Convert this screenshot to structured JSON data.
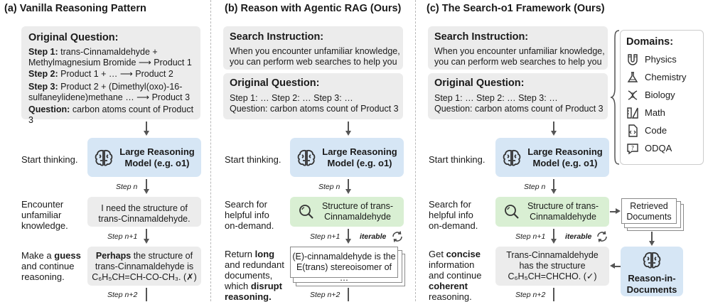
{
  "panel_a": {
    "title": "(a) Vanilla Reasoning Pattern",
    "question_header": "Original Question:",
    "step1_label": "Step 1:",
    "step1_text_line1": " trans-Cinnamaldehyde +",
    "step1_text_line2": "Methylmagnesium Bromide ⟶ Product 1",
    "step2_label": "Step 2:",
    "step2_text": " Product 1 + … ⟶ Product 2",
    "step3_label": "Step 3:",
    "step3_text_line1": " Product 2 + (Dimethyl(oxo)-16-",
    "step3_text_line2": "sulfaneylidene)methane … ⟶ Product 3",
    "question_label": "Question:",
    "question_text": " carbon atoms count of Product 3",
    "start_thinking": "Start thinking.",
    "model_line1": "Large Reasoning",
    "model_line2": "Model (e.g. o1)",
    "step_n": "Step n",
    "encounter_line1": "Encounter",
    "encounter_line2": "unfamiliar",
    "encounter_line3": "knowledge.",
    "need_line1": "I need the structure of",
    "need_line2": "trans-Cinnamaldehyde.",
    "step_n1": "Step n+1",
    "make_a": "Make a ",
    "guess": "guess",
    "and_continue": "and continue",
    "reasoning": "reasoning.",
    "perhaps": "Perhaps",
    "perhaps_rest": " the structure of",
    "perhaps_line2": "trans-Cinnamaldehyde is",
    "perhaps_line3": "C₆H₅CH=CH-CO-CH₃. (✗)",
    "step_n2": "Step n+2"
  },
  "panel_b": {
    "title": "(b) Reason with Agentic RAG (Ours)",
    "search_header": "Search Instruction:",
    "search_line1": "When you encounter unfamiliar knowledge,",
    "search_line2": "you can perform web searches to help you …",
    "question_header": "Original Question:",
    "steps": "Step 1: … Step 2: … Step 3: …",
    "question": "Question: carbon atoms count of Product 3",
    "start_thinking": "Start thinking.",
    "model_line1": "Large Reasoning",
    "model_line2": "Model (e.g. o1)",
    "step_n": "Step n",
    "search_for_line1": "Search for",
    "search_for_line2": "helpful info",
    "search_for_line3": "on-demand.",
    "structure_line1": "Structure of trans-",
    "structure_line2": "Cinnamaldehyde",
    "step_n1": "Step n+1",
    "iterable": "iterable",
    "return": "Return ",
    "long": "long",
    "and_redundant": "and redundant",
    "documents": "documents,",
    "which": "which ",
    "disrupt": "disrupt",
    "reasoning": "reasoning.",
    "doc_line1": "(E)-cinnamaldehyde is the",
    "doc_line2": "E(trans) stereoisomer of …",
    "step_n2": "Step n+2"
  },
  "panel_c": {
    "title": "(c) The Search-o1 Framework (Ours)",
    "search_header": "Search Instruction:",
    "search_line1": "When you encounter unfamiliar knowledge,",
    "search_line2": "you can perform web searches to help you …",
    "question_header": "Original Question:",
    "steps": "Step 1: … Step 2: … Step 3: …",
    "question": "Question: carbon atoms count of Product 3",
    "start_thinking": "Start thinking.",
    "model_line1": "Large Reasoning",
    "model_line2": "Model (e.g. o1)",
    "step_n": "Step n",
    "search_for_line1": "Search for",
    "search_for_line2": "helpful info",
    "search_for_line3": "on-demand.",
    "structure_line1": "Structure of trans-",
    "structure_line2": "Cinnamaldehyde",
    "retrieved_line1": "Retrieved",
    "retrieved_line2": "Documents",
    "step_n1": "Step n+1",
    "iterable": "iterable",
    "get": "Get ",
    "concise": "concise",
    "information": "information",
    "and_continue": "and continue",
    "coherent": "coherent",
    "reasoning": "reasoning.",
    "answer_line1": "Trans-Cinnamaldehyde",
    "answer_line2": "has the structure",
    "answer_line3": "C₆H₅CH=CHCHO. (✓)",
    "rid_line1": "Reason-in-",
    "rid_line2": "Documents",
    "step_n2": "Step n+2",
    "domains_header": "Domains:",
    "domains": [
      {
        "label": "Physics",
        "icon": "magnet-icon"
      },
      {
        "label": "Chemistry",
        "icon": "flask-icon"
      },
      {
        "label": "Biology",
        "icon": "dna-icon"
      },
      {
        "label": "Math",
        "icon": "ruler-icon"
      },
      {
        "label": "Code",
        "icon": "code-file-icon"
      },
      {
        "label": "ODQA",
        "icon": "chat-question-icon"
      }
    ]
  }
}
